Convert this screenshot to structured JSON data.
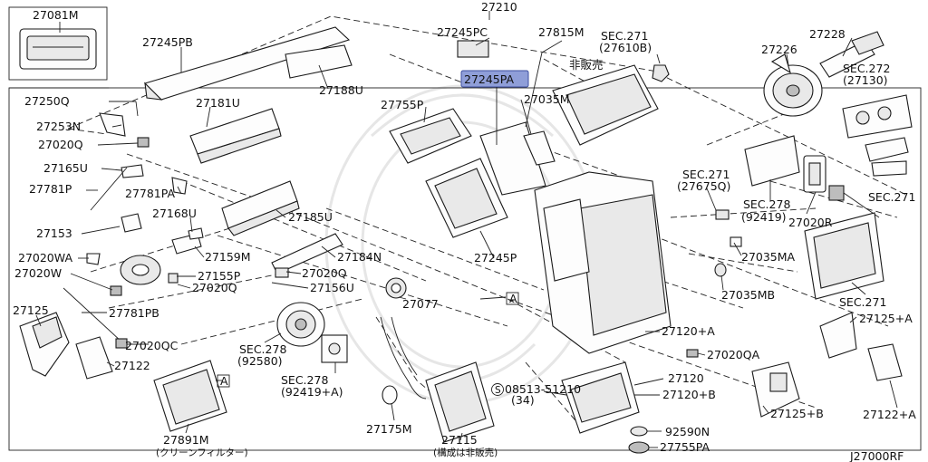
{
  "diagram_id": "J27000RF",
  "top_part": "27210",
  "inset_part": "27081M",
  "highlighted_part": "27245PA",
  "highlight_color": "#8f9ed8",
  "not_sold_label": "非販売",
  "parts": {
    "p27245PB": "27245PB",
    "p27188U": "27188U",
    "p27245PC": "27245PC",
    "p27815M": "27815M",
    "sec271_27610B_a": "SEC.271",
    "sec271_27610B_b": "(27610B)",
    "p27228": "27228",
    "p27226": "27226",
    "sec272_a": "SEC.272",
    "sec272_b": "(27130)",
    "p27250Q": "27250Q",
    "p27253N": "27253N",
    "p27020Q_a": "27020Q",
    "p27165U": "27165U",
    "p27781P": "27781P",
    "p27781PA": "27781PA",
    "p27181U": "27181U",
    "p27755P": "27755P",
    "p27035M": "27035M",
    "sec271_c": "SEC.271",
    "p27153": "27153",
    "p27168U": "27168U",
    "p27185U": "27185U",
    "p27020WA": "27020WA",
    "p27159M": "27159M",
    "p27184N": "27184N",
    "p27020W": "27020W",
    "p27155P": "27155P",
    "p27020Q_b": "27020Q",
    "p27020Q_c": "27020Q",
    "p27156U": "27156U",
    "p27245P": "27245P",
    "sec271_27675Q_a": "SEC.271",
    "sec271_27675Q_b": "(27675Q)",
    "sec278_92419_a": "SEC.278",
    "sec278_92419_b": "(92419)",
    "p27020R": "27020R",
    "p27035MA": "27035MA",
    "p27035MB": "27035MB",
    "sec271_d": "SEC.271",
    "p27125": "27125",
    "p27781PB": "27781PB",
    "p27077": "27077",
    "ref_a_1": "A",
    "ref_a_2": "A",
    "p27125A": "27125+A",
    "p27020QC": "27020QC",
    "sec278_92580_a": "SEC.278",
    "sec278_92580_b": "(92580)",
    "p27120A": "27120+A",
    "p27122": "27122",
    "p27020QA": "27020QA",
    "sec278_92419A_a": "SEC.278",
    "sec278_92419A_b": "(92419+A)",
    "p27120": "27120",
    "bolt_s": "S",
    "bolt_no": "08513-51210",
    "bolt_qty": "(34)",
    "p27120B": "27120+B",
    "p27175M": "27175M",
    "p27122A": "27122+A",
    "p27125B": "27125+B",
    "p92590N": "92590N",
    "p27891M": "27891M",
    "p27891M_note": "(クリーンフィルター)",
    "p27115": "27115",
    "p27115_note": "(構成は非販売)",
    "p27755PA": "27755PA"
  }
}
